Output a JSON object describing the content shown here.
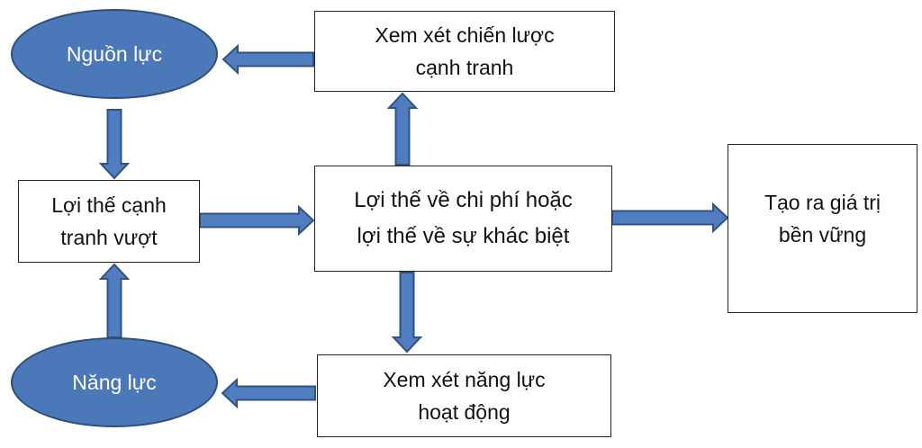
{
  "colors": {
    "ellipse_fill": "#4a78b8",
    "ellipse_border": "#2e4f77",
    "arrow_fill": "#4f7dc0",
    "arrow_border": "#30527d",
    "box_border": "#222222"
  },
  "nodes": {
    "nguon_luc": {
      "label": "Nguồn lực"
    },
    "nang_luc": {
      "label": "Năng lực"
    },
    "chien_luoc": {
      "line1": "Xem xét chiến lược",
      "line2": "cạnh tranh"
    },
    "loi_the_vuot": {
      "line1": "Lợi thế cạnh",
      "line2": "tranh vượt"
    },
    "loi_the_chi_phi": {
      "line1": "Lợi thế về chi phí hoặc",
      "line2": "lợi thế về sự khác biệt"
    },
    "gia_tri": {
      "line1": "Tạo ra giá trị",
      "line2": "bền vững"
    },
    "nang_luc_hoat_dong": {
      "line1": "Xem xét năng lực",
      "line2": "hoạt động"
    }
  }
}
